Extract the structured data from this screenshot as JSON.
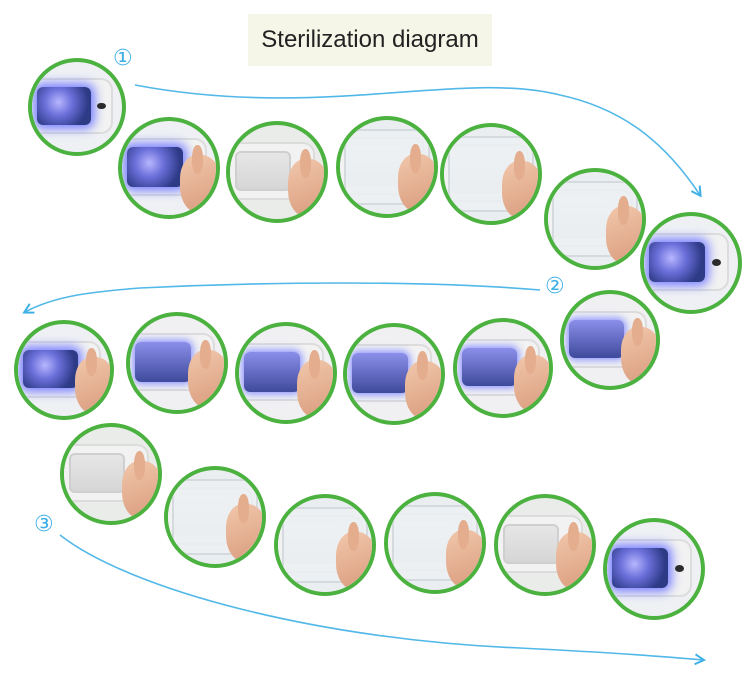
{
  "title": "Sterilization diagram",
  "steps": [
    {
      "label": "①"
    },
    {
      "label": "②"
    },
    {
      "label": "③"
    }
  ],
  "colors": {
    "arrow": "#3fb0e6",
    "ring": "#4bb13f",
    "title_bg": "#f5f5e8"
  },
  "photos": [
    {
      "style": "uv",
      "hand": false,
      "lid": false
    },
    {
      "style": "uv",
      "hand": true,
      "lid": false
    },
    {
      "style": "dim",
      "hand": true,
      "lid": false
    },
    {
      "style": "cover",
      "hand": true,
      "lid": true
    },
    {
      "style": "cover",
      "hand": true,
      "lid": true
    },
    {
      "style": "cover",
      "hand": true,
      "lid": true
    },
    {
      "style": "uv",
      "hand": false,
      "lid": false
    },
    {
      "style": "bluebar",
      "hand": true,
      "lid": false
    },
    {
      "style": "bluebar",
      "hand": true,
      "lid": false
    },
    {
      "style": "bluebar",
      "hand": true,
      "lid": false
    },
    {
      "style": "bluebar",
      "hand": true,
      "lid": false
    },
    {
      "style": "bluebar",
      "hand": true,
      "lid": false
    },
    {
      "style": "uv",
      "hand": true,
      "lid": false
    },
    {
      "style": "dim",
      "hand": true,
      "lid": false
    },
    {
      "style": "cover",
      "hand": true,
      "lid": true
    },
    {
      "style": "cover",
      "hand": true,
      "lid": true
    },
    {
      "style": "cover",
      "hand": true,
      "lid": true
    },
    {
      "style": "dim",
      "hand": true,
      "lid": false
    },
    {
      "style": "uv",
      "hand": false,
      "lid": false
    }
  ]
}
